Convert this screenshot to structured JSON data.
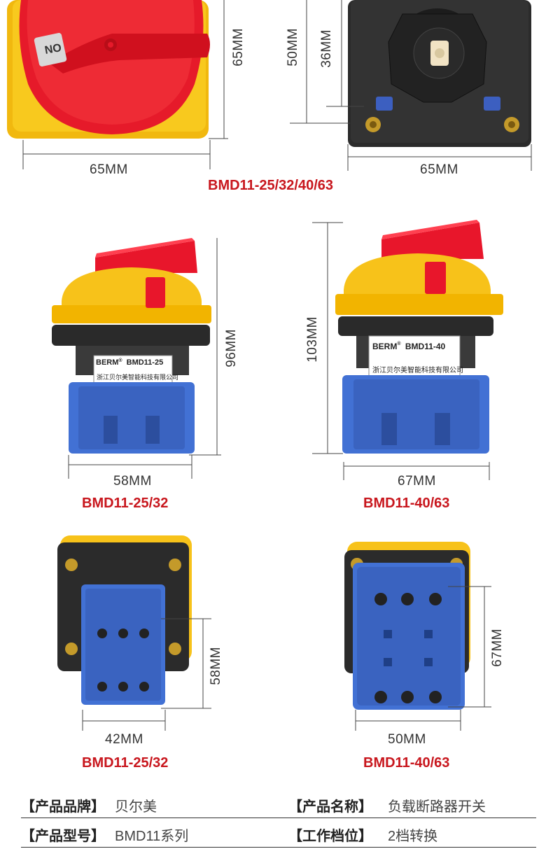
{
  "top": {
    "left_width": "65MM",
    "left_height": "65MM",
    "dial_label": "NO",
    "right_outer_height": "50MM",
    "right_inner_height": "36MM",
    "right_width": "65MM",
    "model": "BMD11-25/32/40/63"
  },
  "middle": {
    "left": {
      "height": "96MM",
      "width": "58MM",
      "model": "BMD11-25/32",
      "brand": "BERM",
      "part": "BMD11-25",
      "company": "浙江贝尔美智能科技有限公司"
    },
    "right": {
      "height": "103MM",
      "width": "67MM",
      "model": "BMD11-40/63",
      "brand": "BERM",
      "part": "BMD11-40",
      "company": "浙江贝尔美智能科技有限公司"
    }
  },
  "bottom": {
    "left": {
      "height": "58MM",
      "width": "42MM",
      "model": "BMD11-25/32"
    },
    "right": {
      "height": "67MM",
      "width": "50MM",
      "model": "BMD11-40/63"
    }
  },
  "specs": [
    {
      "label1": "【产品品牌】",
      "value1": "贝尔美",
      "label2": "【产品名称】",
      "value2": "负载断路器开关"
    },
    {
      "label1": "【产品型号】",
      "value1": "BMD11系列",
      "label2": "【工作档位】",
      "value2": "2档转换"
    }
  ],
  "colors": {
    "yellow": "#f7c21a",
    "red": "#e8162b",
    "blue": "#3f6fd0",
    "black": "#2a2a2a",
    "model_red": "#c8161d"
  }
}
